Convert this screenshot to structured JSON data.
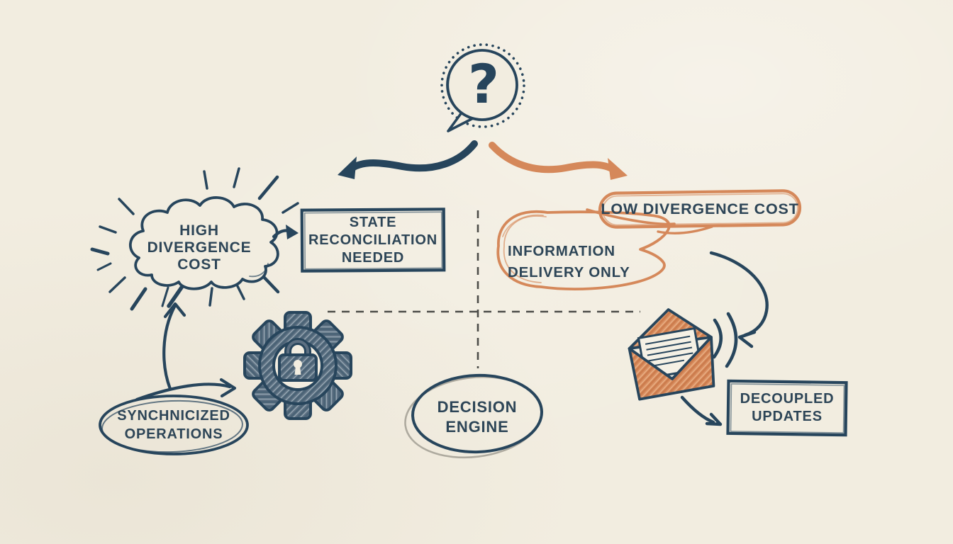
{
  "colors": {
    "background": "#f2ede0",
    "navy": "#27455c",
    "orange": "#d5885a",
    "gray": "#aeaa9f",
    "dash": "#4d4d49",
    "text": "#2d4557",
    "paper": "#f5f1e5"
  },
  "icons": {
    "question": "question-mark-bubble-icon",
    "cloud": "burst-cloud-icon",
    "gear": "gear-lock-icon",
    "envelope": "open-envelope-icon",
    "waves": "sound-waves-icon"
  },
  "nodes": {
    "question_bubble": {
      "glyph": "?"
    },
    "high_divergence_cost": {
      "lines": [
        "HIGH",
        "DIVERGENCE",
        "COST"
      ]
    },
    "state_reconciliation": {
      "lines": [
        "STATE",
        "RECONCILIATION",
        "NEEDED"
      ]
    },
    "low_divergence_cost": {
      "lines": [
        "LOW DIVERGENCE COST"
      ]
    },
    "information_delivery_only": {
      "lines": [
        "INFORMATION",
        "DELIVERY ONLY"
      ]
    },
    "synchronized_operations": {
      "lines": [
        "SYNCHNICIZED",
        "OPERATIONS"
      ]
    },
    "decision_engine": {
      "lines": [
        "DECISION",
        "ENGINE"
      ]
    },
    "decoupled_updates": {
      "lines": [
        "DECOUPLED",
        "UPDATES"
      ]
    }
  }
}
